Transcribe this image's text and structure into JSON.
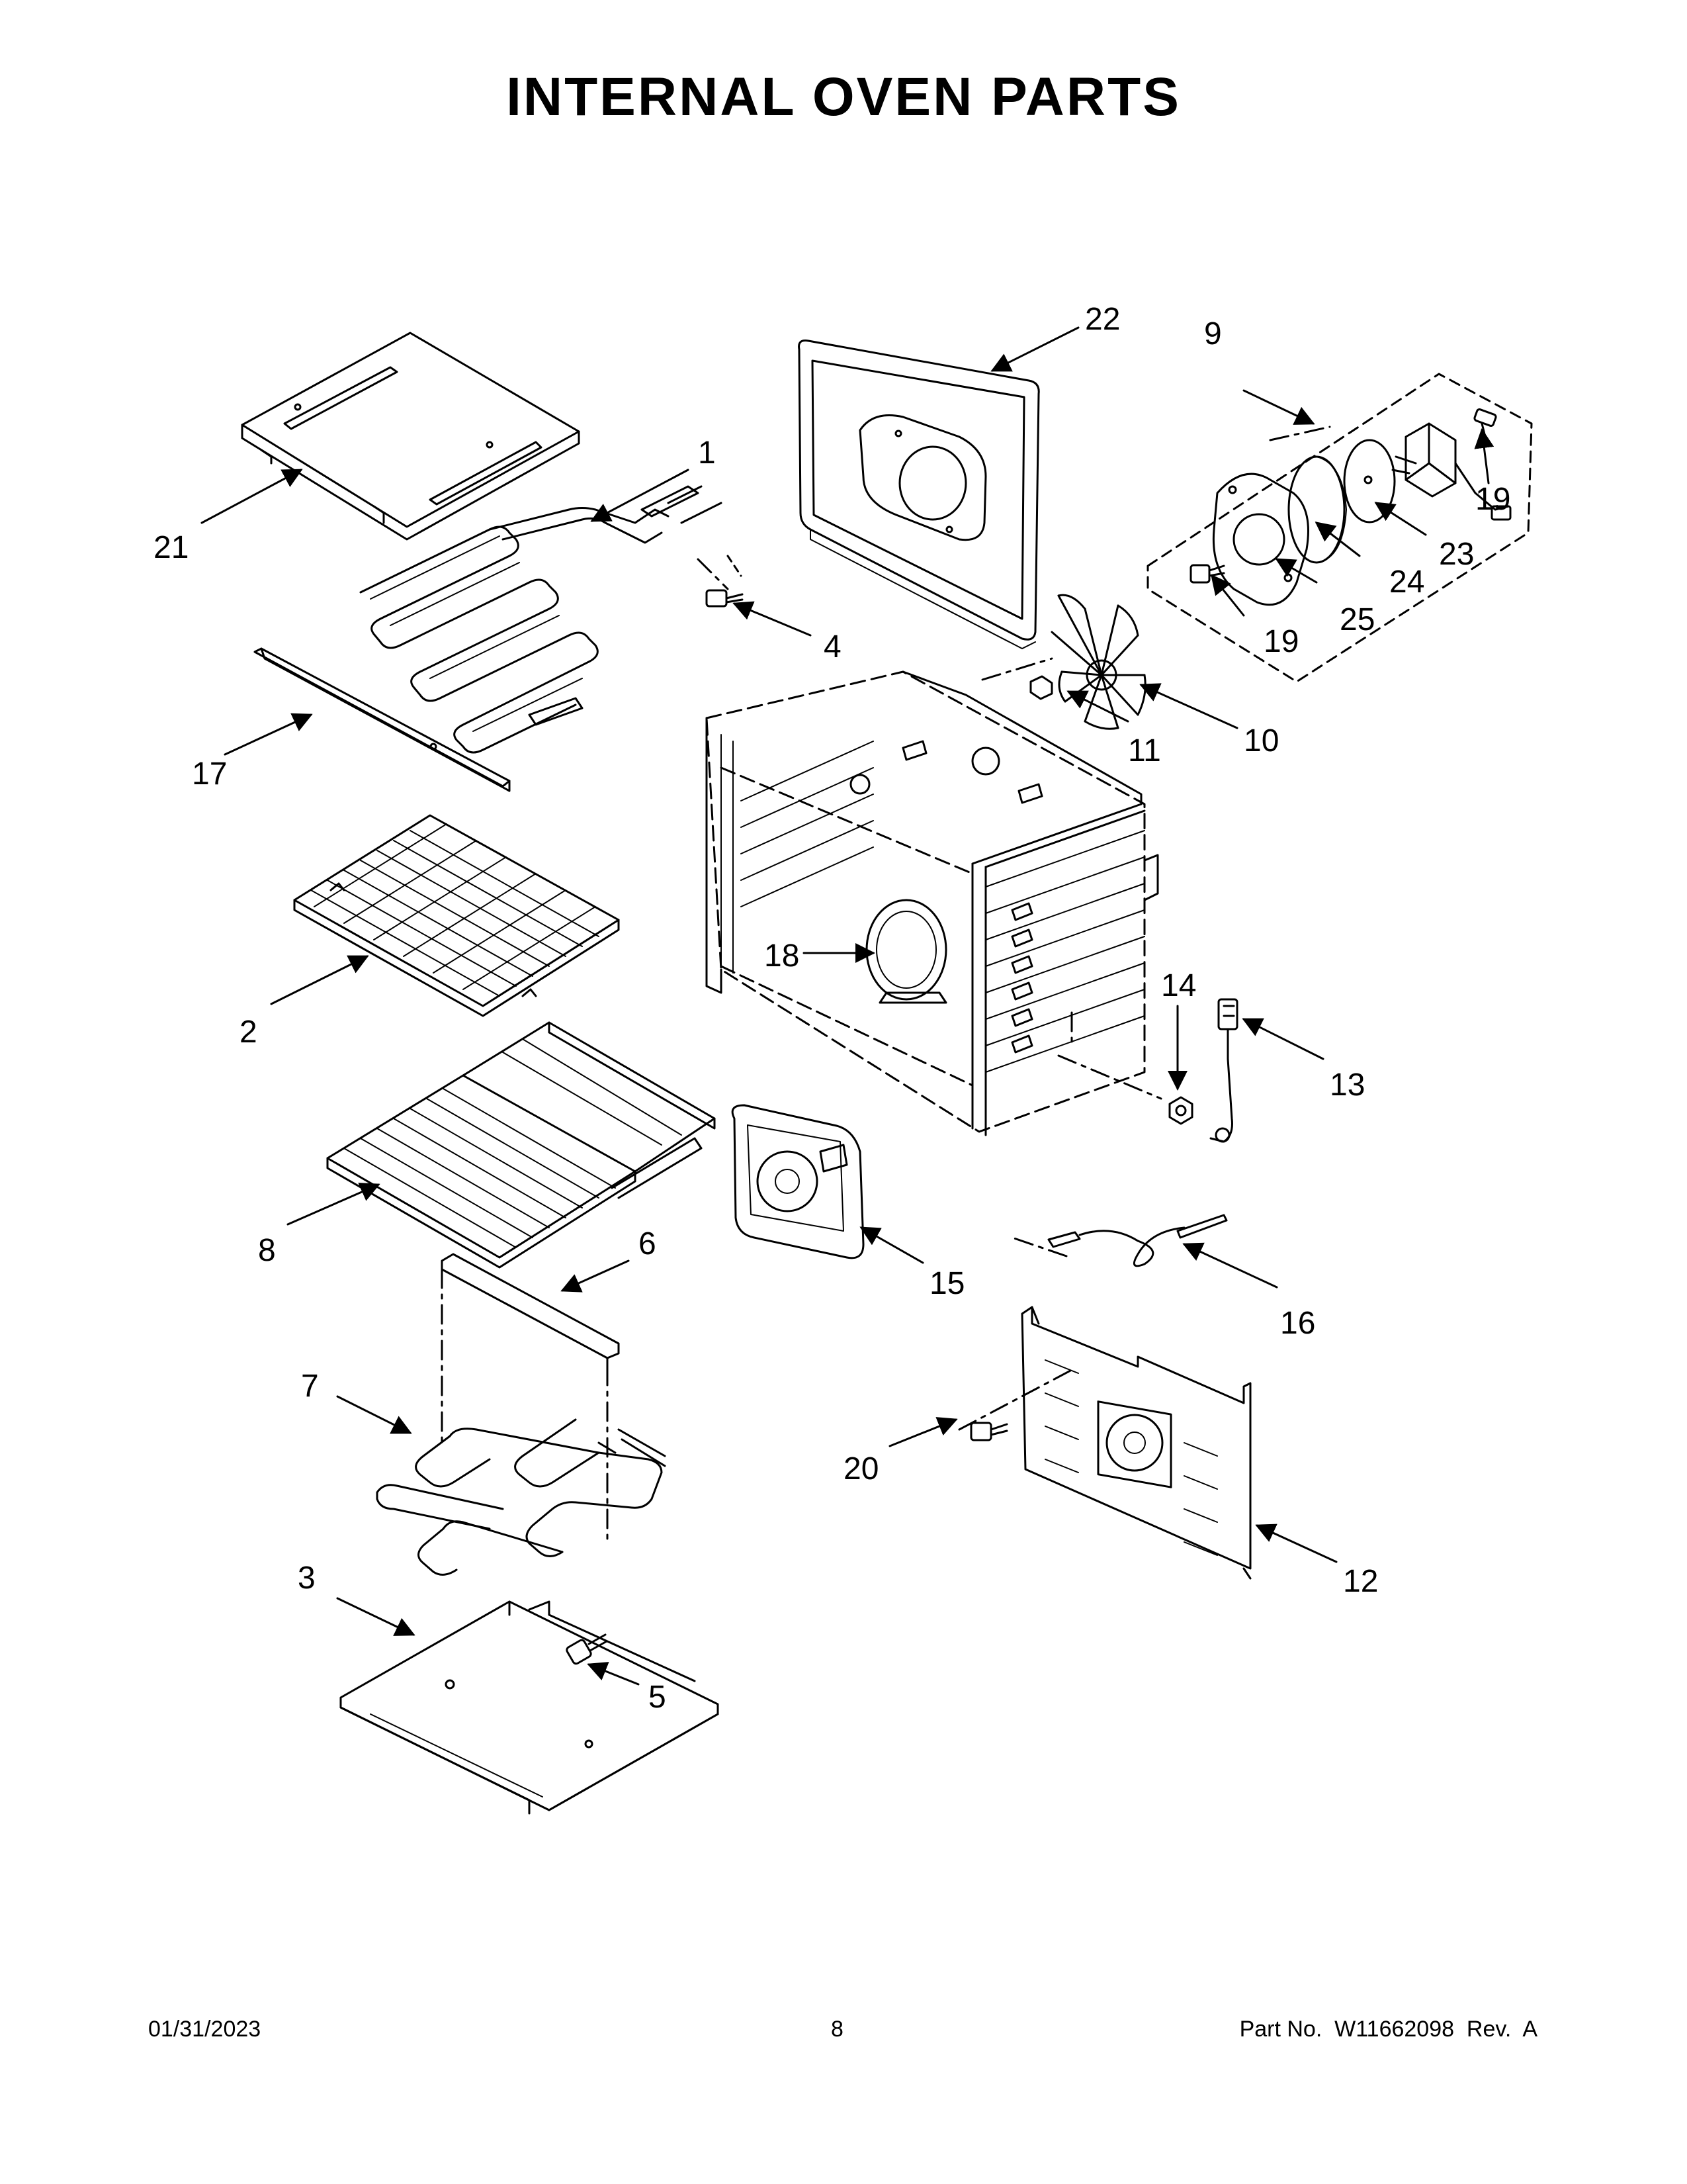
{
  "title": "INTERNAL OVEN PARTS",
  "callouts": {
    "c1": "1",
    "c2": "2",
    "c3": "3",
    "c4": "4",
    "c5": "5",
    "c6": "6",
    "c7": "7",
    "c8": "8",
    "c9": "9",
    "c10": "10",
    "c11": "11",
    "c12": "12",
    "c13": "13",
    "c14": "14",
    "c15": "15",
    "c16": "16",
    "c17": "17",
    "c18": "18",
    "c19a": "19",
    "c19b": "19",
    "c20": "20",
    "c21": "21",
    "c22": "22",
    "c23": "23",
    "c24": "24",
    "c25": "25"
  },
  "footer": {
    "date": "01/31/2023",
    "page": "8",
    "part": "Part No.  W11662098  Rev.  A"
  }
}
